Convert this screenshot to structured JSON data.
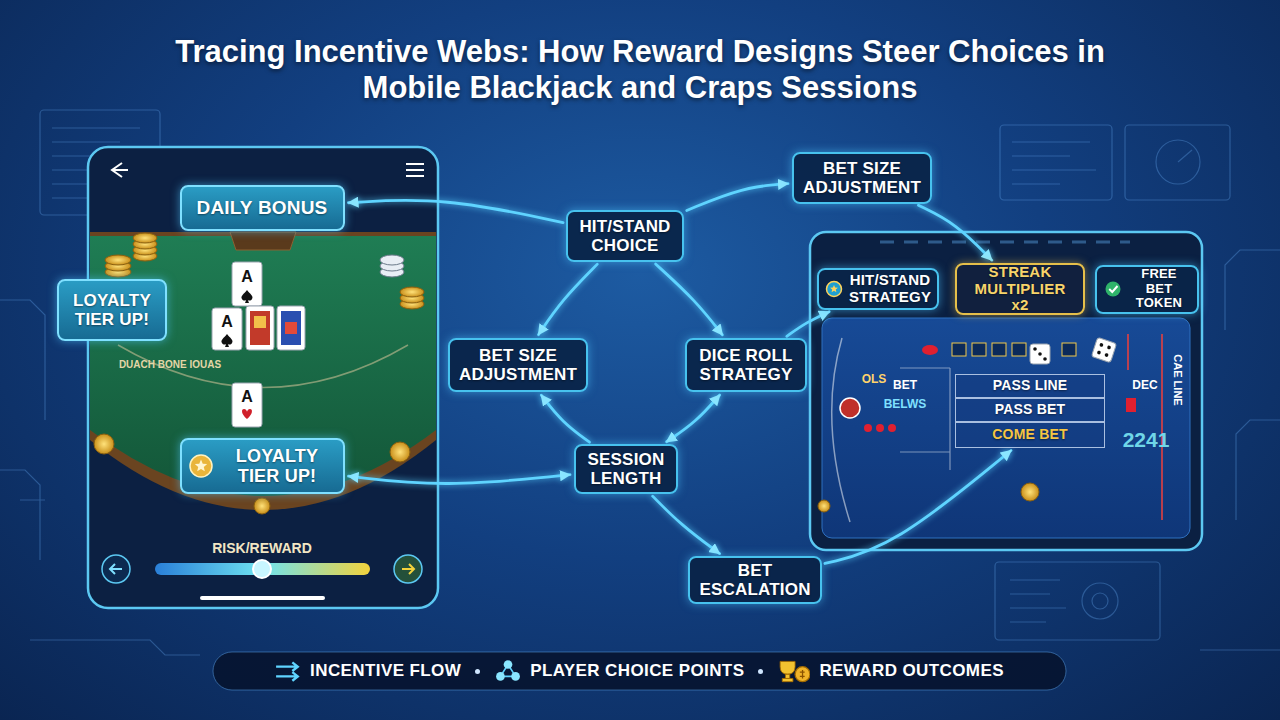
{
  "diagram": {
    "title": "Tracing Incentive Webs: How Reward Designs Steer Choices in Mobile Blackjack and Craps Sessions",
    "nodes": [
      {
        "text": [
          "DAILY BONUS"
        ]
      },
      {
        "text": [
          "LOYALTY TIER UP!"
        ]
      },
      {
        "text": [
          "LOYALTY TIER UP!"
        ]
      },
      {
        "text": [
          "HIT/STAND CHOICE"
        ]
      },
      {
        "text": [
          "BET SIZE ADJUSTMENT"
        ]
      },
      {
        "text": [
          "BET SIZE ADJUSTMENT"
        ]
      },
      {
        "text": [
          "DICE ROLL STRATEGY"
        ]
      },
      {
        "text": [
          "SESSION LENGTH"
        ]
      },
      {
        "text": [
          "BET ESCALATION"
        ]
      },
      {
        "text": [
          "HIT/STAND STRATEGY"
        ]
      },
      {
        "text": [
          "STREAK MULTIPLIER x2"
        ]
      },
      {
        "text": [
          "FREE BET TOKEN"
        ]
      },
      {
        "text": [
          "PASS LINE"
        ]
      },
      {
        "text": [
          "PASS BET"
        ]
      },
      {
        "text": [
          "COME BET"
        ]
      }
    ],
    "edges": [
      {
        "from": 3,
        "to": 0,
        "arrow": "to"
      },
      {
        "from": 3,
        "to": 4,
        "arrow": "to"
      },
      {
        "from": 4,
        "to": 10,
        "arrow": "to"
      },
      {
        "from": 3,
        "to": 5,
        "arrow": "to"
      },
      {
        "from": 3,
        "to": 6,
        "arrow": "to"
      },
      {
        "from": 6,
        "to": 9,
        "arrow": "to"
      },
      {
        "from": 7,
        "to": 5,
        "arrow": "to"
      },
      {
        "from": 7,
        "to": 6,
        "arrow": "both"
      },
      {
        "from": 7,
        "to": 2,
        "arrow": "both"
      },
      {
        "from": 7,
        "to": 8,
        "arrow": "to"
      },
      {
        "from": 8,
        "to": 14,
        "arrow": "to"
      }
    ],
    "labels": [
      "A",
      "A",
      "A",
      "DUACH BONE IOUAS",
      "RISK/REWARD",
      "OLS",
      "BET",
      "BELWS",
      "DEC",
      "2241",
      "CAE LINE"
    ],
    "legend": [
      {
        "text": "INCENTIVE FLOW"
      },
      {
        "text": "PLAYER CHOICE POINTS"
      },
      {
        "text": "REWARD OUTCOMES"
      }
    ]
  }
}
